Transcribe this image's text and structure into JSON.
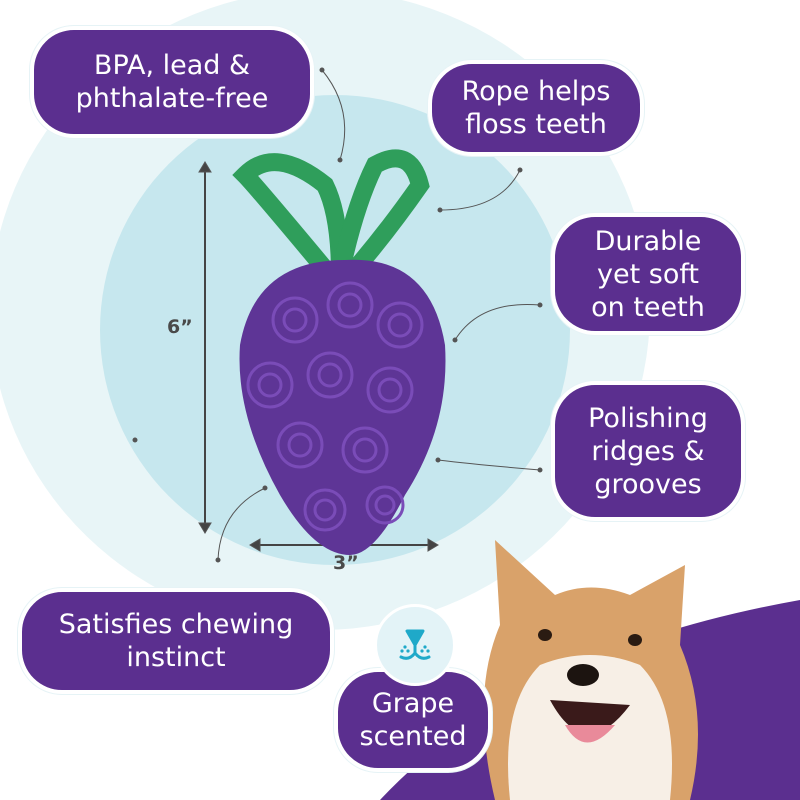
{
  "features": [
    {
      "label_line1": "BPA, lead &",
      "label_line2": "phthalate-free"
    },
    {
      "label_line1": "Rope helps",
      "label_line2": "floss teeth"
    },
    {
      "label_line1": "Durable",
      "label_line2": "yet soft",
      "label_line3": "on teeth"
    },
    {
      "label_line1": "Polishing",
      "label_line2": "ridges &",
      "label_line3": "grooves"
    },
    {
      "label_line1": "Satisfies chewing",
      "label_line2": "instinct"
    },
    {
      "label_line1": "Grape",
      "label_line2": "scented",
      "icon": "dog-nose-icon"
    }
  ],
  "dimensions": {
    "height": "6”",
    "width": "3”"
  },
  "colors": {
    "purple": "#5b2f8f",
    "rope_green": "#2f9e5b",
    "light_circle": "#e8f5f7",
    "inner_circle": "#c6e7ee",
    "nose_blue": "#1fa9c9"
  }
}
